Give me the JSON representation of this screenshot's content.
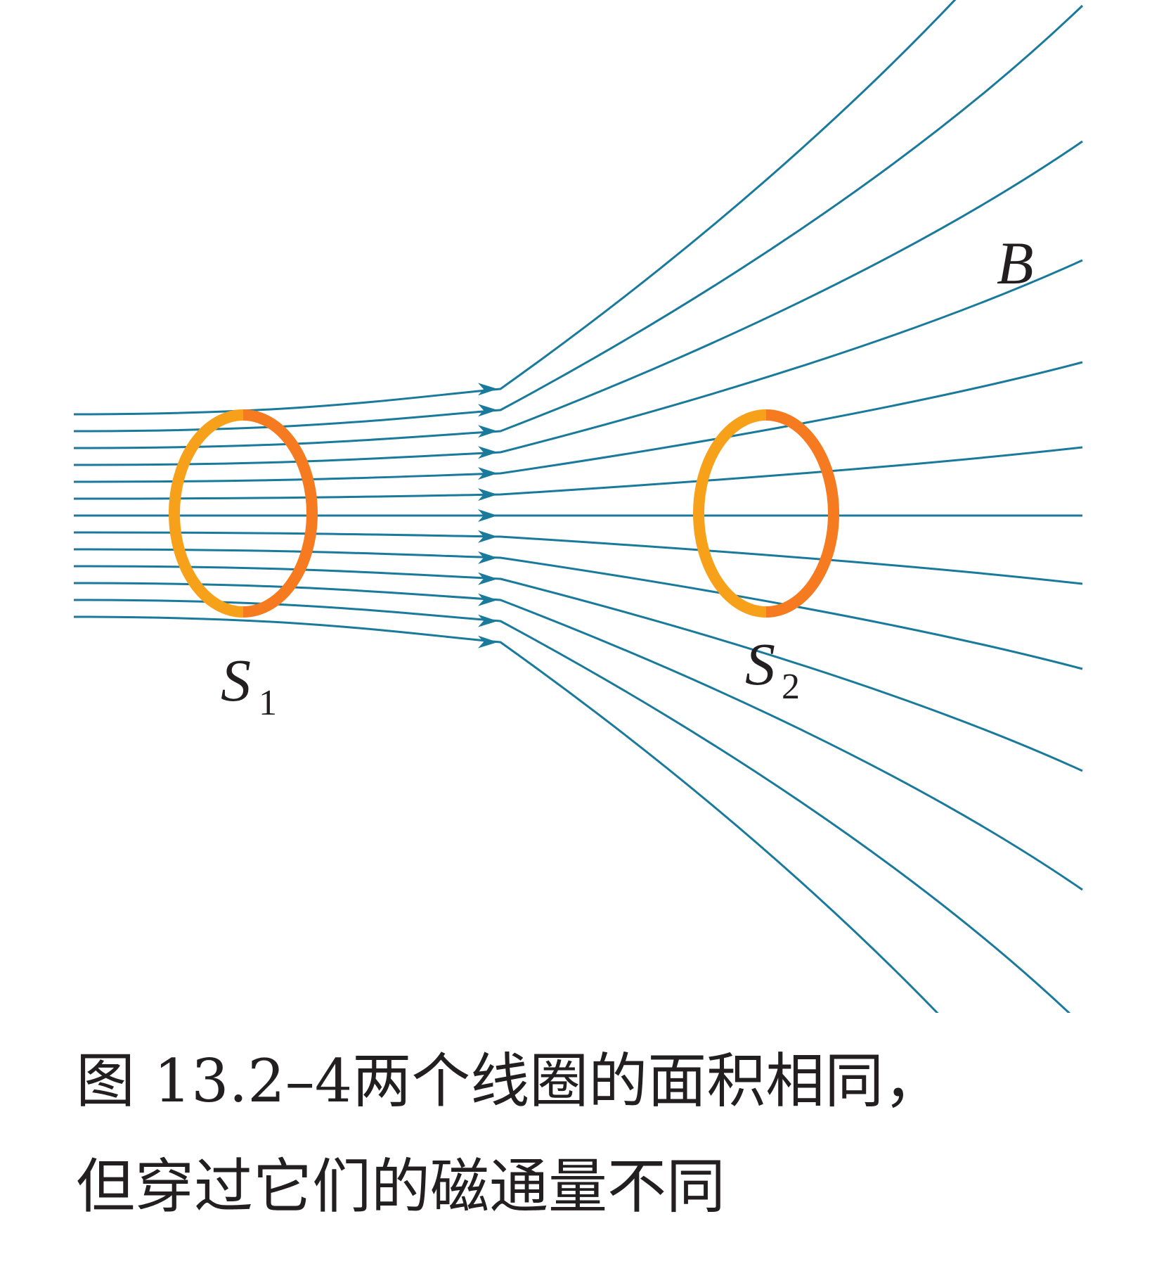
{
  "figure": {
    "field_label": "B",
    "coils": [
      {
        "symbol": "S",
        "subscript": "1"
      },
      {
        "symbol": "S",
        "subscript": "2"
      }
    ],
    "colors": {
      "field_line": "#1a7a9c",
      "coil_light": "#f7a11b",
      "coil_dark": "#f57a20",
      "text": "#231f20"
    },
    "field_line_count": 13
  },
  "caption": {
    "figure_number": "图 13.2–4",
    "line1_text": "两个线圈的面积相同，",
    "line2_text": "但穿过它们的磁通量不同"
  }
}
